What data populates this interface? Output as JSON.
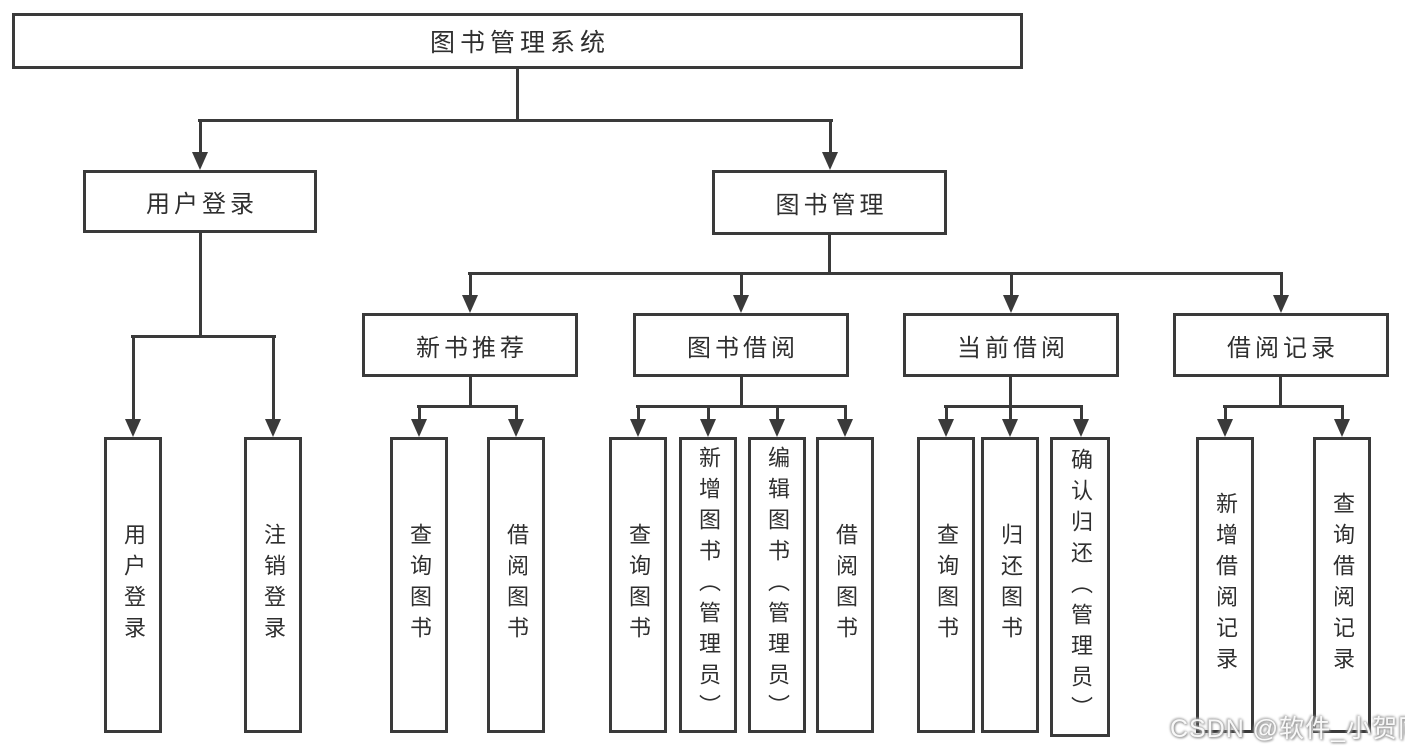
{
  "colors": {
    "line": "#3a3a3a",
    "text": "#2f2f2f",
    "background": "#ffffff",
    "watermark": "#c8c8c8"
  },
  "watermark": {
    "text": "CSDN @软件_小贺同学"
  },
  "tree": {
    "label": "图书管理系统",
    "children": [
      {
        "label": "用户登录",
        "children": [
          "用户登录",
          "注销登录"
        ]
      },
      {
        "label": "图书管理",
        "children": [
          {
            "label": "新书推荐",
            "children": [
              "查询图书",
              "借阅图书"
            ]
          },
          {
            "label": "图书借阅",
            "children": [
              "查询图书",
              "新增图书（管理员）",
              "编辑图书（管理员）",
              "借阅图书"
            ]
          },
          {
            "label": "当前借阅",
            "children": [
              "查询图书",
              "归还图书",
              "确认归还（管理员）"
            ]
          },
          {
            "label": "借阅记录",
            "children": [
              "新增借阅记录",
              "查询借阅记录"
            ]
          }
        ]
      }
    ]
  }
}
